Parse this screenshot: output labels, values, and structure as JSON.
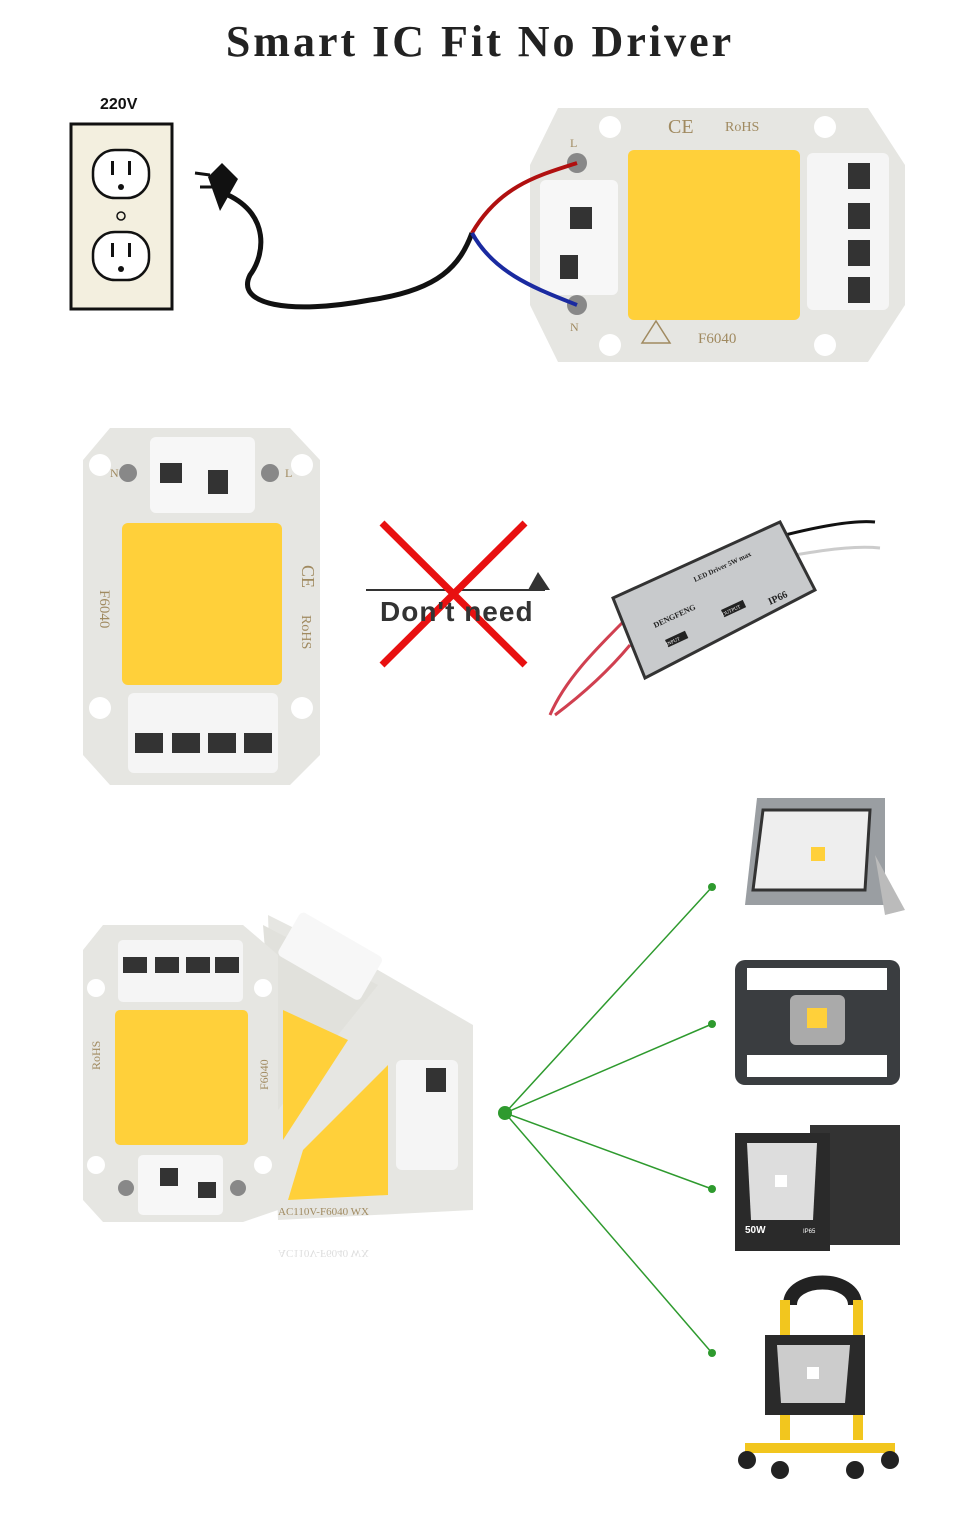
{
  "title": "Smart IC Fit No Driver",
  "outlet": {
    "voltage_label": "220V"
  },
  "chip": {
    "ce": "CE",
    "rohs": "RoHS",
    "model": "F6040",
    "pin_l": "L",
    "pin_n": "N",
    "reflection_text": "AC110V-F6040 WX"
  },
  "comparison": {
    "label": "Don't need"
  },
  "driver": {
    "brand": "DENGFENG",
    "spec": "LED Driver 5W max",
    "rating": "IP66",
    "input": "INPUT",
    "output": "OUTPUT"
  },
  "lamps": [
    {
      "name": "floodlight-silver"
    },
    {
      "name": "floodlight-heatsink"
    },
    {
      "name": "floodlight-black",
      "power": "50W",
      "rating": "IP65"
    },
    {
      "name": "portable-work-light"
    }
  ],
  "colors": {
    "chip_yellow": "#FFD03A",
    "board": "#E6E6E2",
    "wire_live": "#B01010",
    "wire_neutral": "#1A2AA0",
    "cross": "#E81010",
    "connector": "#2E9A2E"
  }
}
